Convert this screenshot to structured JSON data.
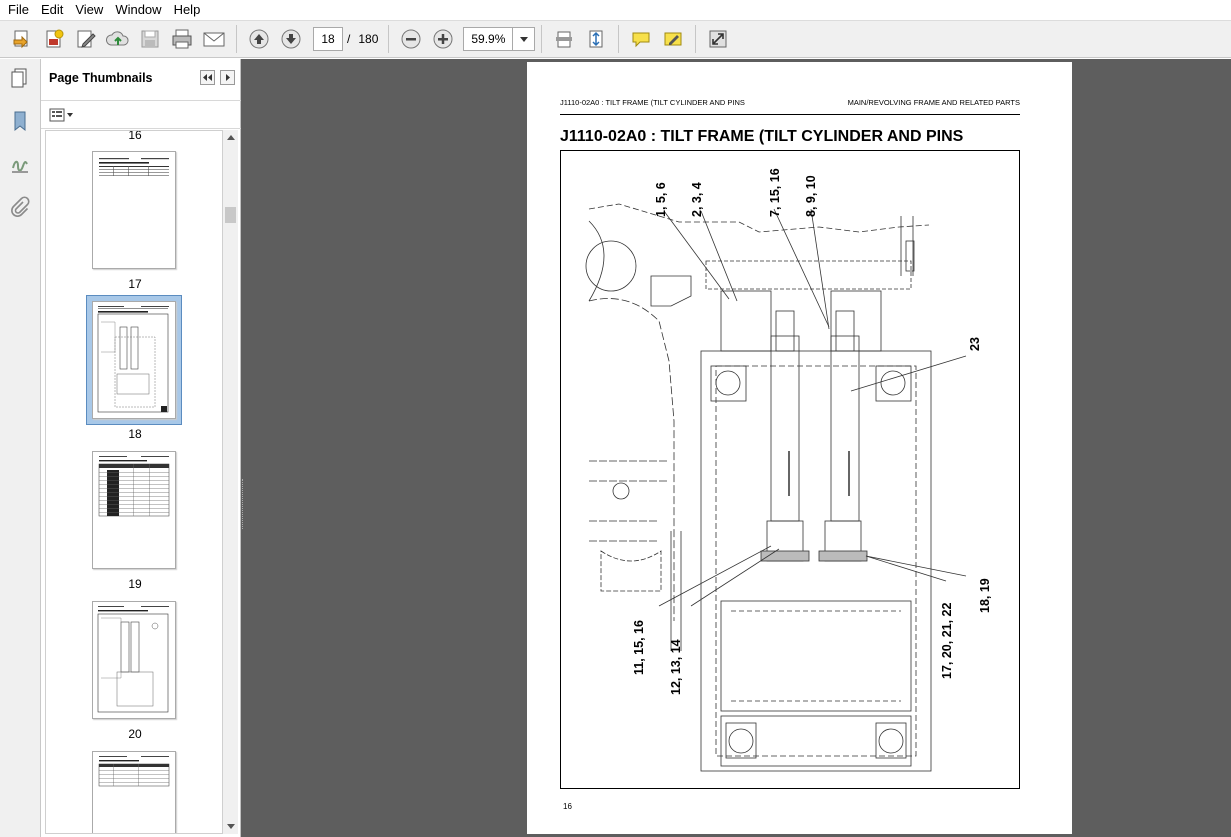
{
  "menu": [
    "File",
    "Edit",
    "View",
    "Window",
    "Help"
  ],
  "toolbar": {
    "current_page": "18",
    "page_separator": "/",
    "total_pages": "180",
    "zoom": "59.9%"
  },
  "panel": {
    "title": "Page Thumbnails"
  },
  "thumbnails": [
    {
      "page": "16"
    },
    {
      "page": "17"
    },
    {
      "page": "18",
      "selected": true
    },
    {
      "page": "19"
    },
    {
      "page": "20"
    }
  ],
  "document": {
    "header_left": "J1110-02A0 : TILT FRAME (TILT CYLINDER AND PINS",
    "header_right": "MAIN/REVOLVING FRAME AND RELATED PARTS",
    "title": "J1110-02A0 : TILT FRAME (TILT CYLINDER AND PINS",
    "page_number": "16",
    "callouts": {
      "c1": "1, 5, 6",
      "c2": "2, 3, 4",
      "c3": "7, 15, 16",
      "c4": "8, 9, 10",
      "c5": "23",
      "c6": "11, 15, 16",
      "c7": "12, 13, 14",
      "c8": "17, 20, 21, 22",
      "c9": "18, 19"
    }
  }
}
